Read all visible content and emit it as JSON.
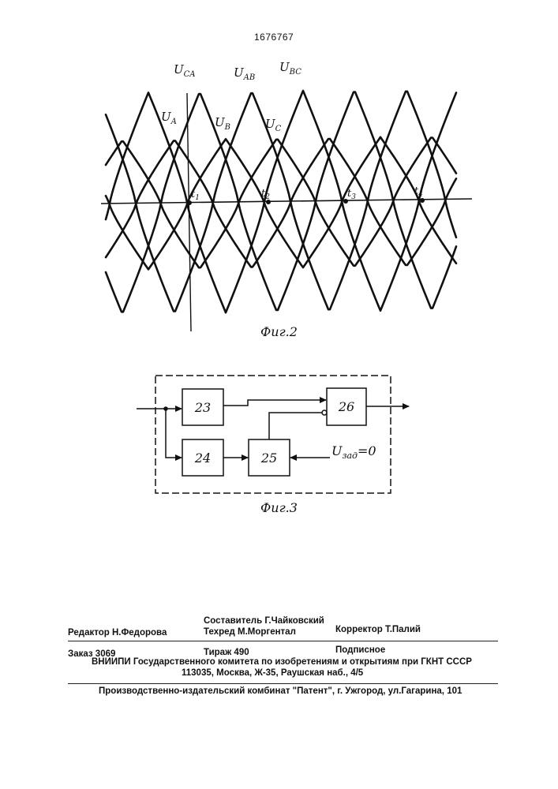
{
  "header": {
    "patent_number": "1676767"
  },
  "figure2": {
    "caption": "Фиг.2",
    "labels": {
      "uca": {
        "main": "U",
        "sub": "CA"
      },
      "uab": {
        "main": "U",
        "sub": "AB"
      },
      "ubc": {
        "main": "U",
        "sub": "BC"
      },
      "ua": {
        "main": "U",
        "sub": "A"
      },
      "ub": {
        "main": "U",
        "sub": "B"
      },
      "uc": {
        "main": "U",
        "sub": "C"
      },
      "t1": {
        "main": "t",
        "sub": "1"
      },
      "t2": {
        "main": "t",
        "sub": "2"
      },
      "t3": {
        "main": "t",
        "sub": "3"
      },
      "t4": {
        "main": "t",
        "sub": "4"
      }
    }
  },
  "figure3": {
    "caption": "Фиг.3",
    "blocks": {
      "b23": "23",
      "b24": "24",
      "b25": "25",
      "b26": "26"
    },
    "input_label": {
      "main": "U",
      "sub": "зад",
      "rest": "=0"
    }
  },
  "imprint": {
    "editor": "Редактор Н.Федорова",
    "compiler": "Составитель Г.Чайковский",
    "techred": "Техред М.Моргентал",
    "corrector": "Корректор Т.Палий",
    "order": "Заказ 3069",
    "circulation": "Тираж 490",
    "subscription": "Подписное",
    "vniipi": "ВНИИПИ Государственного комитета по изобретениям и открытиям при ГКНТ СССР",
    "address": "113035, Москва, Ж-35, Раушская наб., 4/5",
    "publisher": "Производственно-издательский комбинат \"Патент\", г. Ужгород, ул.Гагарина, 101"
  }
}
